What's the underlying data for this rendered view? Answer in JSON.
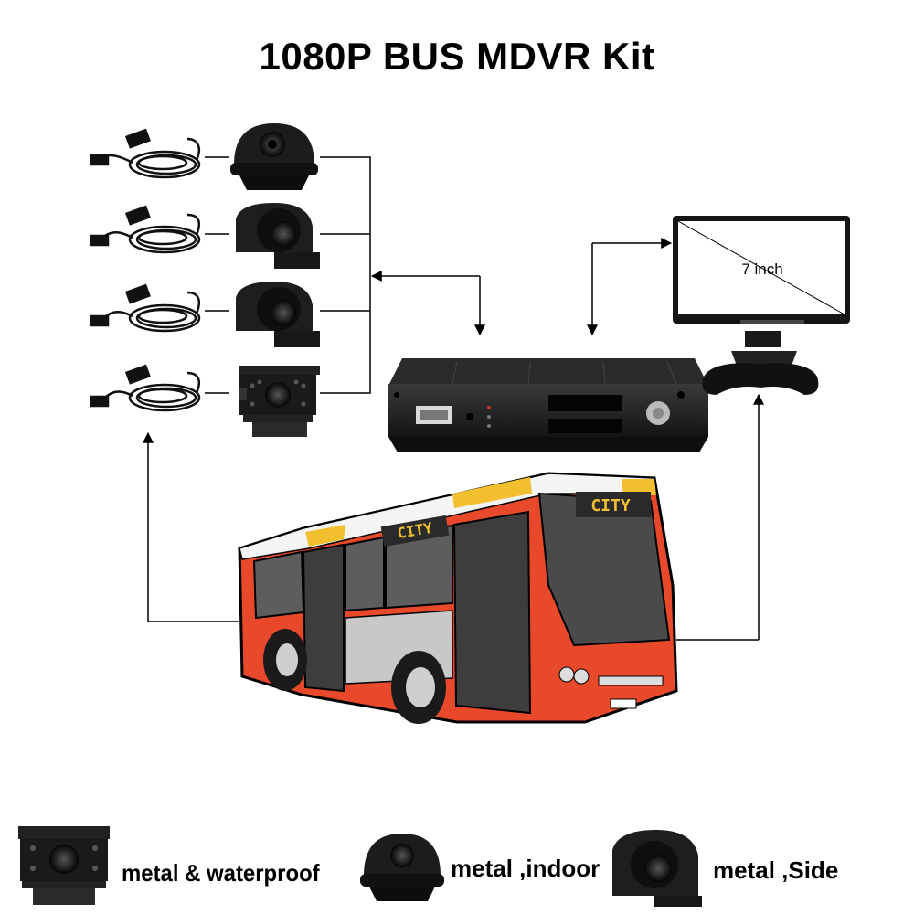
{
  "title": "1080P BUS MDVR Kit",
  "monitor": {
    "label": "7  inch"
  },
  "bus": {
    "sign_text": "CITY"
  },
  "captions": [
    {
      "text": "metal & waterproof",
      "icon": "waterproof-camera-icon"
    },
    {
      "text": "metal ,indoor",
      "icon": "dome-camera-icon"
    },
    {
      "text": "metal ,Side",
      "icon": "side-camera-icon"
    }
  ],
  "colors": {
    "bus_body": "#e8492a",
    "bus_yellow": "#f2c02e",
    "device": "#1e1e1e",
    "line": "#000000"
  }
}
